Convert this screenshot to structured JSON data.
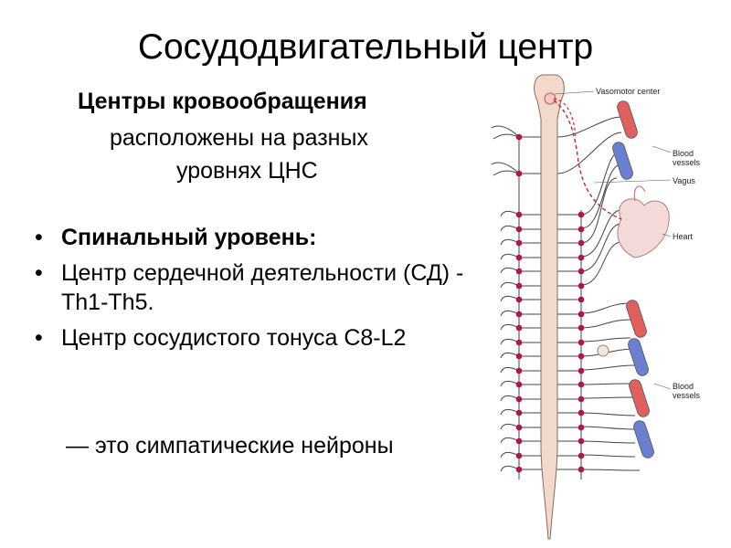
{
  "title": "Сосудодвигательный центр",
  "subhead": {
    "bold": "Центры кровообращения",
    "line2": "расположены на разных",
    "line3": "уровнях ЦНС"
  },
  "bullets": [
    {
      "text": "Спинальный уровень:",
      "bold": true
    },
    {
      "text": "Центр сердечной деятельности (СД) -Th1-Th5.",
      "bold": false
    },
    {
      "text": "Центр сосудистого тонуса C8-L2",
      "bold": false
    }
  ],
  "bullet_glyph": "•",
  "footer": "— это симпатические нейроны",
  "diagram": {
    "labels": {
      "vasomotor": "Vasomotor center",
      "blood1_a": "Blood",
      "blood1_b": "vessels",
      "vagus": "Vagus",
      "heart": "Heart",
      "blood2_a": "Blood",
      "blood2_b": "vessels"
    },
    "colors": {
      "node": "#b0164a",
      "artery": "#e06060",
      "vein": "#6a7fd0",
      "cord": "#f3d9cc",
      "cord_outline": "#8a6a5a",
      "vagus_dash": "#d02020"
    }
  }
}
